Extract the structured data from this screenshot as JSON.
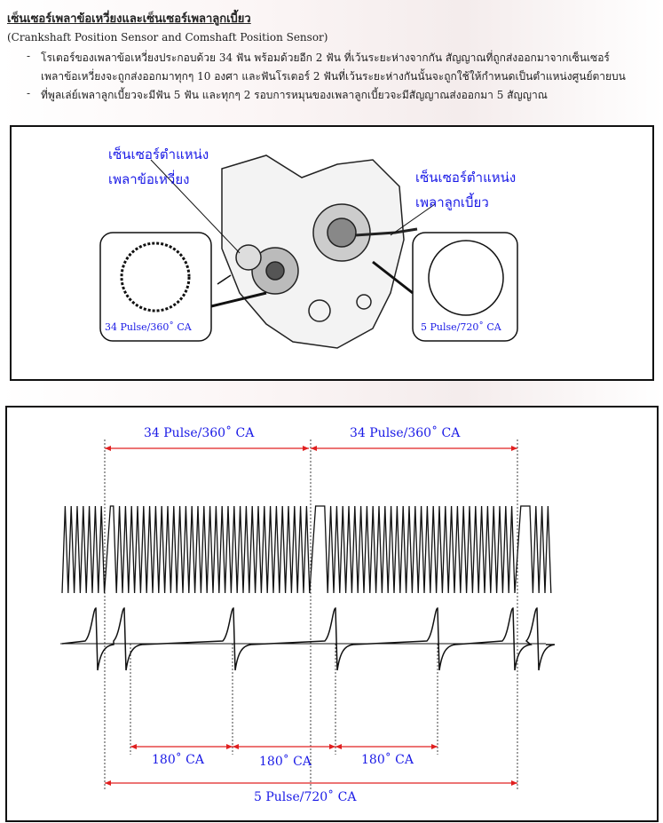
{
  "header": {
    "title": "เซ็นเซอร์เพลาข้อเหวี่ยงและเซ็นเซอร์เพลาลูกเบี้ยว",
    "subtitle": "(Crankshaft Position Sensor and Comshaft Position Sensor)",
    "bullets": [
      {
        "marker": "-",
        "line1": "โรเตอร์ของเพลาข้อเหวี่ยงประกอบด้วย 34 ฟัน พร้อมด้วยอีก 2 ฟัน ที่เว้นระยะห่างจากกัน สัญญาณที่ถูกส่งออกมาจากเซ็นเซอร์",
        "line2": "เพลาข้อเหวี่ยงจะถูกส่งออกมาทุกๆ 10 องศา และฟันโรเตอร์ 2 ฟันที่เว้นระยะห่างกันนั้นจะถูกใช้ให้กำหนดเป็นตำแหน่งศูนย์ตายบน"
      },
      {
        "marker": "-",
        "line1": "ที่พูลเล่ย์เพลาลูกเบี้ยวจะมีฟัน 5 ฟัน และทุกๆ 2 รอบการหมุนของเพลาลูกเบี้ยวจะมีสัญญาณส่งออกมา 5 สัญญาณ"
      }
    ]
  },
  "figure1": {
    "crank_label": [
      "เซ็นเซอร์ตำแหน่ง",
      "เพลาข้อเหวี่ยง"
    ],
    "cam_label": [
      "เซ็นเซอร์ตำแหน่ง",
      "เพลาลูกเบี้ยว"
    ],
    "crank_box": "34 Pulse/360˚ CA",
    "cam_box": "5 Pulse/720˚ CA"
  },
  "figure2": {
    "span1": "34 Pulse/360˚ CA",
    "span2": "34 Pulse/360˚ CA",
    "angle1": "180˚ CA",
    "angle2": "180˚ CA",
    "angle3": "180˚ CA",
    "total": "5 Pulse/720˚ CA"
  },
  "colors": {
    "label_blue": "#1a1ae6",
    "dim_red": "#e02020"
  }
}
